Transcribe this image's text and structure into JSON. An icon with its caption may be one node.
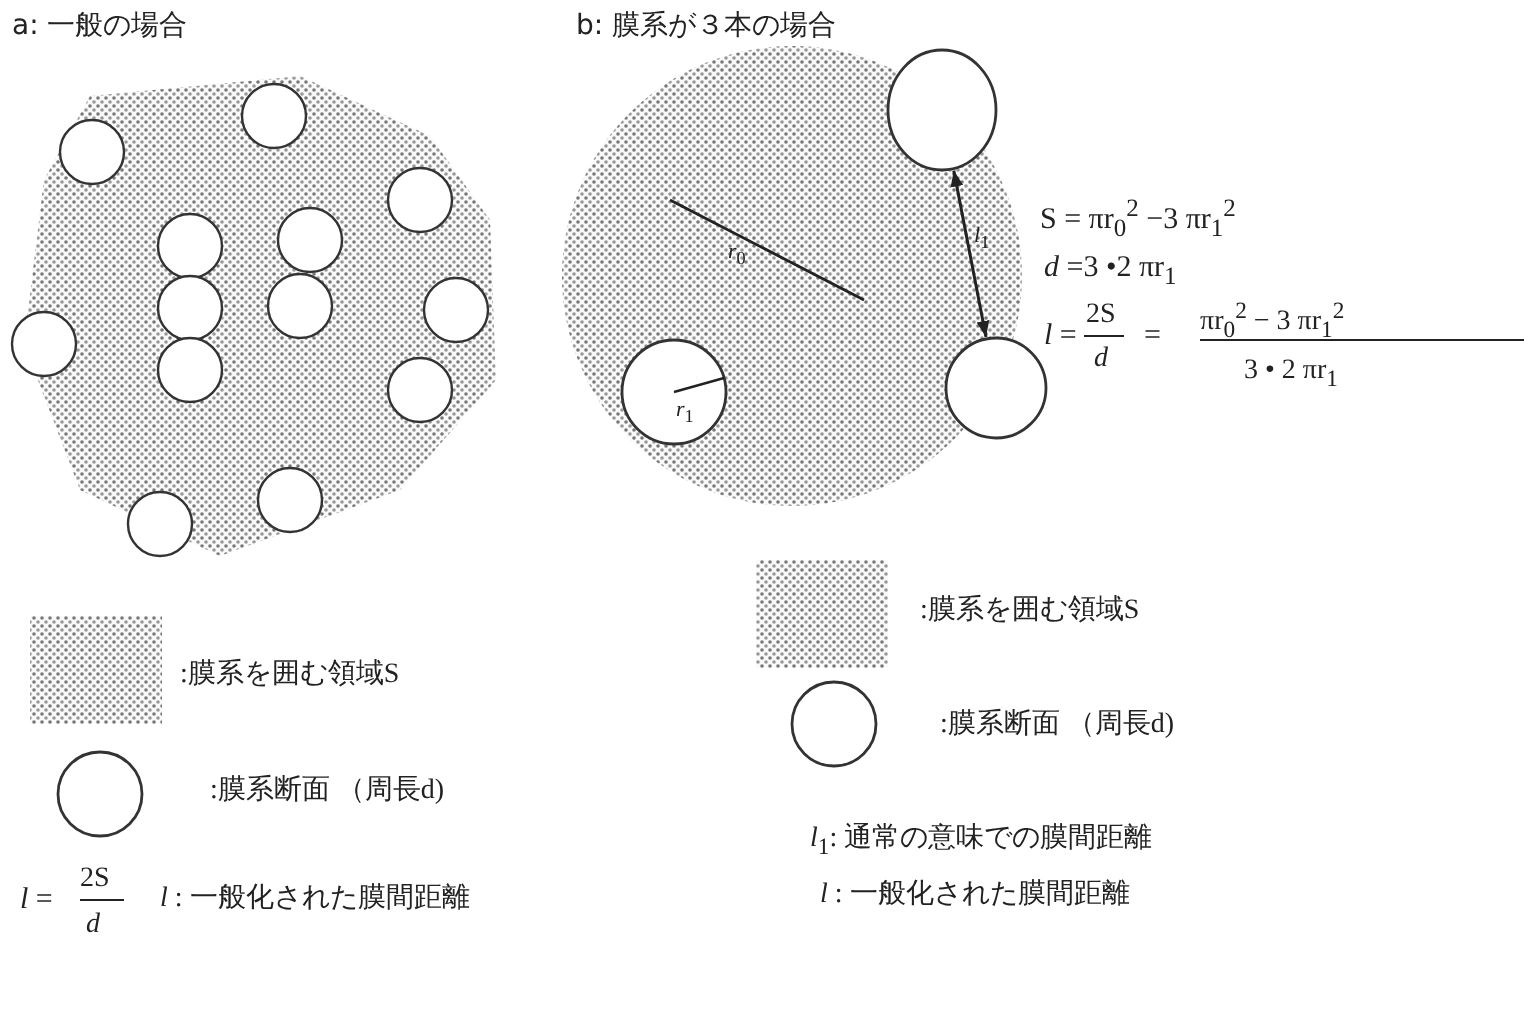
{
  "diagram": {
    "nodes": [
      {
        "text": [
          "*r*$_{0}$"
        ]
      },
      {
        "text": [],
        "shape": "circle",
        "in": 0
      },
      {
        "text": [],
        "shape": "circle",
        "in": 0
      },
      {
        "text": [
          "*r*$_{1}$"
        ],
        "in": 0
      }
    ],
    "edges": [
      {
        "from": 1,
        "to": 2,
        "arrow": "both",
        "label": "*l*$_{1}$"
      }
    ],
    "labels": [
      "a: 一般の場合",
      "b: 膜系が３本の場合",
      "S = πr$_{0}$$^{2}$ −3 πr$_{1}$$^{2}$",
      "*d* =3 •2 πr$_{1}$",
      "*l* =",
      "2S",
      "*d*",
      "=",
      "πr$_{0}$$^{2}$ − 3 πr$_{1}$$^{2}$",
      "3 • 2 πr$_{1}$",
      "*l* =",
      "2S",
      "*d*",
      "*l* : 一般化された膜間距離",
      "*l*$_{1}$: 通常の意味での膜間距離",
      "*l* : 一般化された膜間距離"
    ],
    "legend": [
      {
        "text": ":膜系を囲む領域S"
      },
      {
        "text": ":膜系断面 （周長d)"
      },
      {
        "text": ":膜系を囲む領域S"
      },
      {
        "text": ":膜系断面 （周長d)"
      }
    ]
  }
}
